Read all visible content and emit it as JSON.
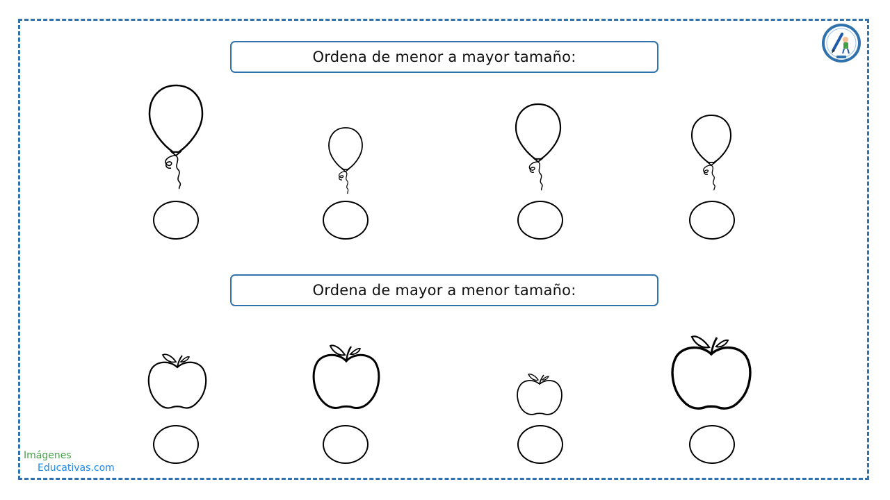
{
  "worksheet": {
    "section1_instruction": "Ordena de menor a mayor tamaño:",
    "section2_instruction": "Ordena de mayor a menor tamaño:",
    "section1_items": [
      "balloon-icon",
      "balloon-icon",
      "balloon-icon",
      "balloon-icon"
    ],
    "section2_items": [
      "apple-icon",
      "apple-icon",
      "apple-icon",
      "apple-icon"
    ]
  },
  "branding": {
    "logo_line1": "Imágenes",
    "logo_line2": "Educativas.com",
    "badge_icon": "pencil-child-badge-icon"
  },
  "colors": {
    "frame_border": "#2f72ad",
    "title_border": "#2f72ad",
    "ink": "#000000"
  }
}
